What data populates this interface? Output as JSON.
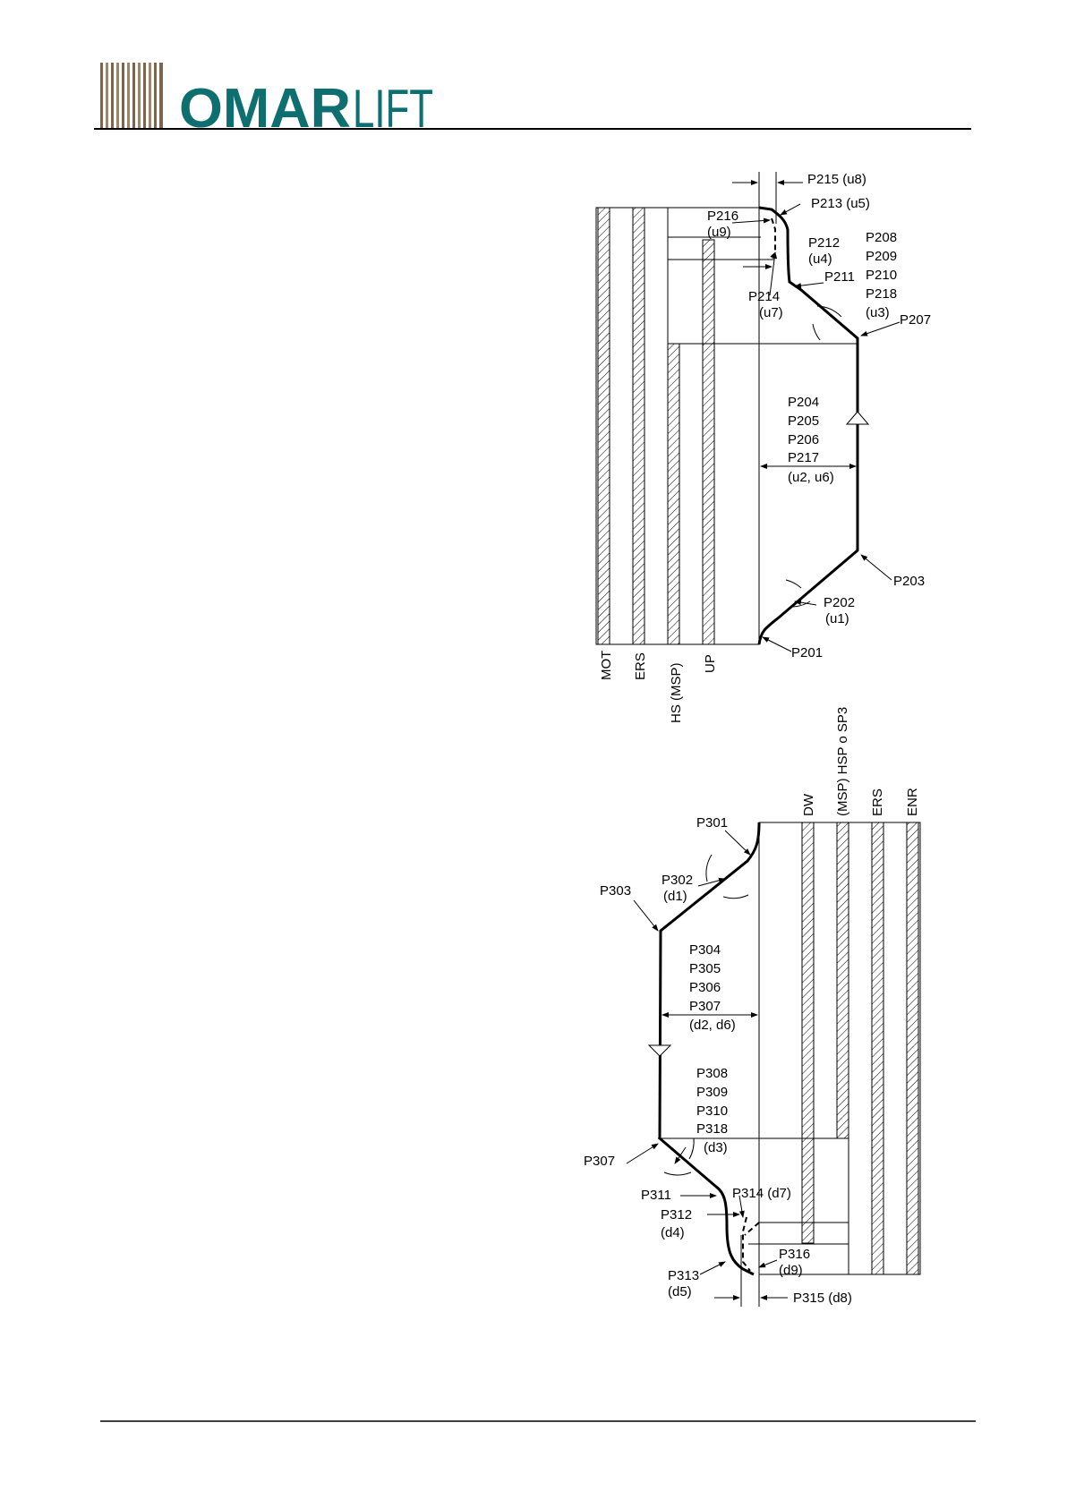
{
  "header": {
    "logo_bold": "OMAR",
    "logo_light": "LIFT"
  },
  "colors": {
    "logo_teal": "#0e6f70",
    "logo_brown": "#7a6550",
    "line": "#000000",
    "hatch": "#000000"
  },
  "up_diagram": {
    "columns": [
      "MOT",
      "ERS",
      "HS (MSP)",
      "UP"
    ],
    "labels": {
      "p215": "P215 (u8)",
      "p213": "P213 (u5)",
      "p216": "P216",
      "u9": "(u9)",
      "p212": "P212",
      "u4": "(u4)",
      "p211": "P211",
      "p214": "P214",
      "u7": "(u7)",
      "p208": "P208",
      "p209": "P209",
      "p210": "P210",
      "p218": "P218",
      "u3": "(u3)",
      "p207": "P207",
      "p204": "P204",
      "p205": "P205",
      "p206": "P206",
      "p217": "P217",
      "u2u6": "(u2, u6)",
      "p203": "P203",
      "p202": "P202",
      "u1": "(u1)",
      "p201": "P201"
    }
  },
  "down_diagram": {
    "columns": [
      "DW",
      "(MSP) HSP o SP3",
      "ERS",
      "ENR"
    ],
    "labels": {
      "p301": "P301",
      "p302": "P302",
      "d1": "(d1)",
      "p303": "P303",
      "p304": "P304",
      "p305": "P305",
      "p306": "P306",
      "p307a": "P307",
      "d2d6": "(d2, d6)",
      "p308": "P308",
      "p309": "P309",
      "p310": "P310",
      "p318": "P318",
      "d3": "(d3)",
      "p307b": "P307",
      "p311": "P311",
      "p314": "P314 (d7)",
      "p312": "P312",
      "d4": "(d4)",
      "p316": "P316",
      "d9": "(d9)",
      "p313": "P313",
      "d5": "(d5)",
      "p315": "P315 (d8)"
    }
  }
}
